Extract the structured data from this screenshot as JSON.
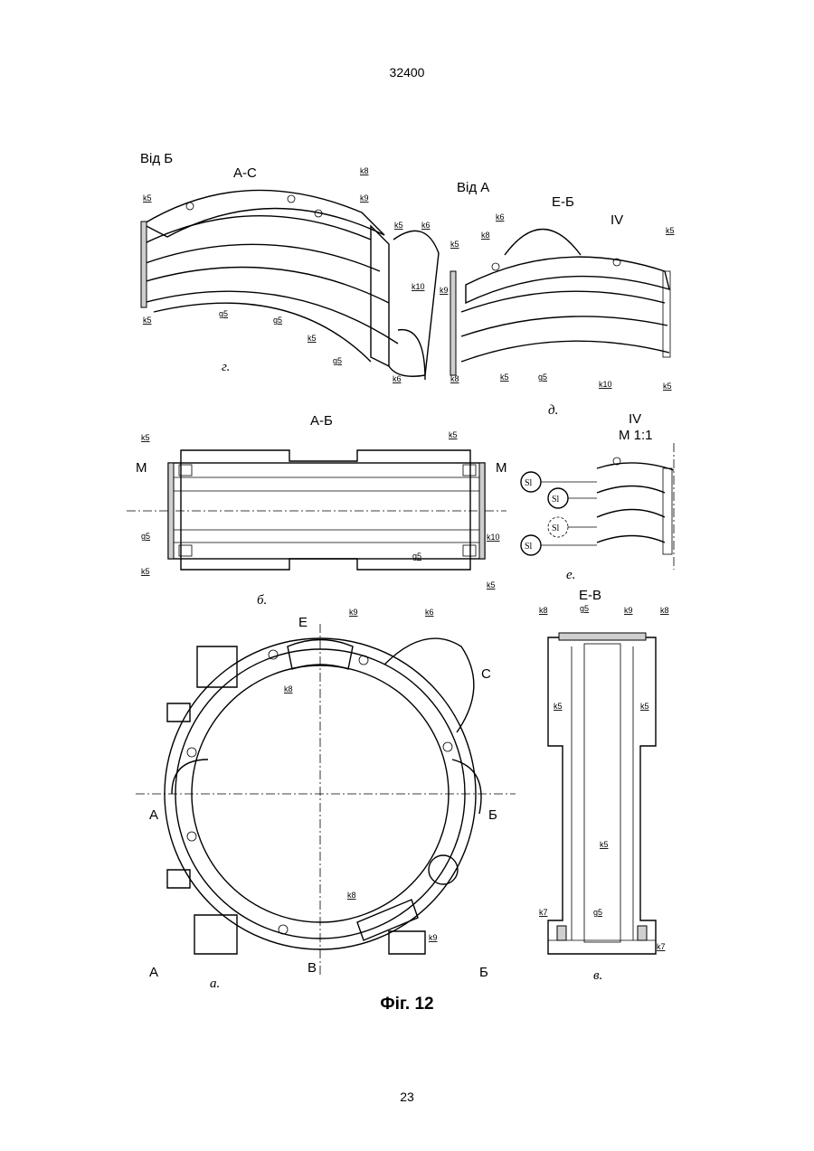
{
  "header": {
    "page_number_top": "32400"
  },
  "footer": {
    "page_number_bottom": "23"
  },
  "caption": "Фіг. 12",
  "views": {
    "g": {
      "heading": "Від Б",
      "section": "А-С",
      "letter": "г.",
      "labels": [
        "k5",
        "k5",
        "k8",
        "k9",
        "k5",
        "k6",
        "k10",
        "k5",
        "g5",
        "g5",
        "g5",
        "k6"
      ]
    },
    "d": {
      "heading": "Від А",
      "section": "Е-Б",
      "letter": "д.",
      "detail": "IV",
      "labels": [
        "k6",
        "k8",
        "k5",
        "k9",
        "k5",
        "k8",
        "k5",
        "g5",
        "k10",
        "k5"
      ]
    },
    "b": {
      "section": "А-Б",
      "letter": "б.",
      "cut_mark": "М",
      "labels": [
        "k5",
        "k5",
        "g5",
        "g5",
        "k10",
        "k5",
        "k5"
      ]
    },
    "e": {
      "detail": "IV",
      "scale": "М 1:1",
      "letter": "е.",
      "si_labels": [
        "Sl",
        "Sl",
        "Sl",
        "Sl"
      ]
    },
    "a": {
      "letter": "а.",
      "marks": [
        "Е",
        "С",
        "А",
        "Б",
        "В",
        "А",
        "Б"
      ],
      "labels": [
        "k9",
        "k6",
        "k8",
        "k8",
        "k9"
      ]
    },
    "v": {
      "section": "Е-В",
      "letter": "в.",
      "labels": [
        "k8",
        "g5",
        "k9",
        "k8",
        "k5",
        "k5",
        "k5",
        "g5",
        "k7",
        "k7"
      ]
    }
  }
}
